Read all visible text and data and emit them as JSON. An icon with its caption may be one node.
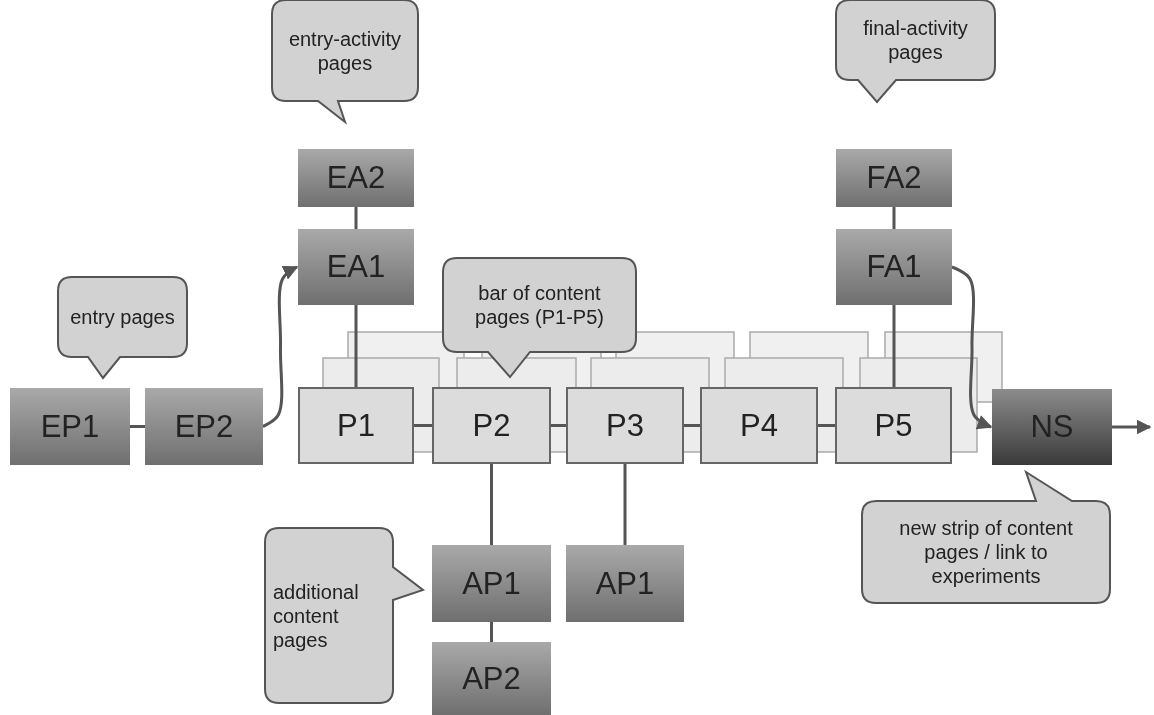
{
  "diagram": {
    "nodes": [
      {
        "text": [
          "EP1"
        ]
      },
      {
        "text": [
          "EP2"
        ]
      },
      {
        "text": [
          "EA2"
        ]
      },
      {
        "text": [
          "EA1"
        ]
      },
      {
        "text": [
          "P1"
        ]
      },
      {
        "text": [
          "P2"
        ]
      },
      {
        "text": [
          "P3"
        ]
      },
      {
        "text": [
          "P4"
        ]
      },
      {
        "text": [
          "P5"
        ]
      },
      {
        "text": [
          "NS"
        ]
      },
      {
        "text": [
          "FA2"
        ]
      },
      {
        "text": [
          "FA1"
        ]
      },
      {
        "text": [
          "AP1"
        ]
      },
      {
        "text": [
          "AP1"
        ]
      },
      {
        "text": [
          "AP2"
        ]
      },
      {
        "text": [
          "entry-activity pages"
        ]
      },
      {
        "text": [
          "final-activity pages"
        ]
      },
      {
        "text": [
          "entry pages"
        ]
      },
      {
        "text": [
          "bar of content pages (P1-P5)"
        ]
      },
      {
        "text": [
          "additional content pages"
        ]
      },
      {
        "text": [
          "new strip of content pages / link to experiments"
        ]
      }
    ],
    "edges": [
      {
        "from": 0,
        "to": 1,
        "arrow": "none"
      },
      {
        "from": 1,
        "to": 3,
        "arrow": "to"
      },
      {
        "from": 2,
        "to": 3,
        "arrow": "none"
      },
      {
        "from": 3,
        "to": 4,
        "arrow": "none"
      },
      {
        "from": 4,
        "to": 5,
        "arrow": "none"
      },
      {
        "from": 5,
        "to": 6,
        "arrow": "none"
      },
      {
        "from": 6,
        "to": 7,
        "arrow": "none"
      },
      {
        "from": 7,
        "to": 8,
        "arrow": "none"
      },
      {
        "from": 10,
        "to": 11,
        "arrow": "none"
      },
      {
        "from": 11,
        "to": 8,
        "arrow": "none"
      },
      {
        "from": 11,
        "to": 9,
        "arrow": "to"
      },
      {
        "from": 9,
        "to": null,
        "arrow": "to"
      },
      {
        "from": 5,
        "to": 12,
        "arrow": "none"
      },
      {
        "from": 6,
        "to": 13,
        "arrow": "none"
      },
      {
        "from": 12,
        "to": 14,
        "arrow": "none"
      }
    ]
  }
}
